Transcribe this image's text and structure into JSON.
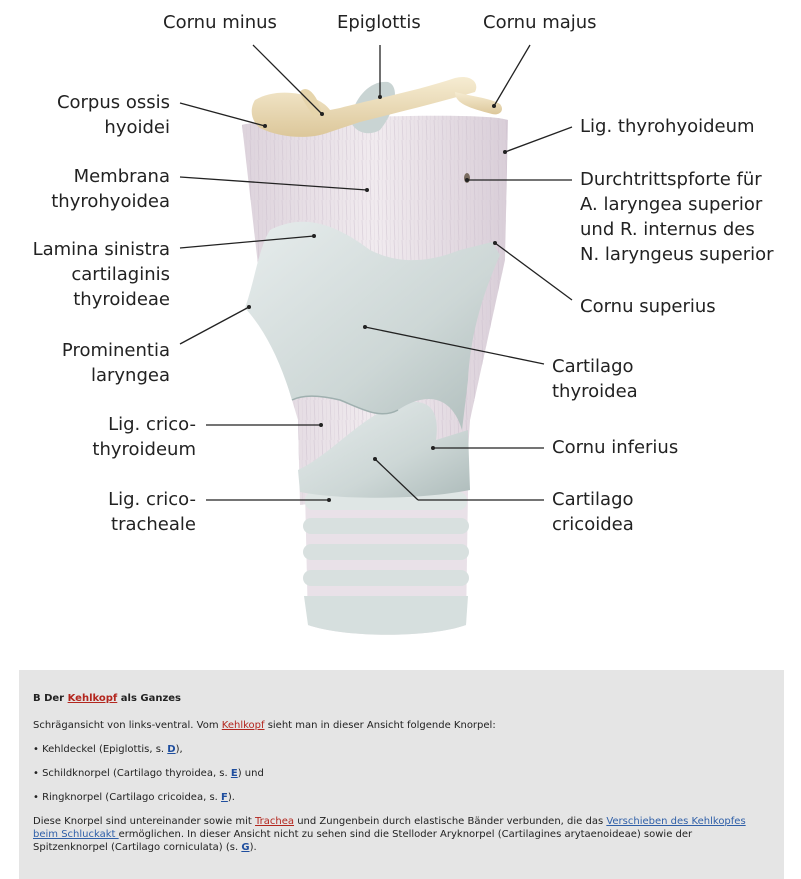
{
  "labels": {
    "cornu_minus": "Cornu minus",
    "epiglottis": "Epiglottis",
    "cornu_majus": "Cornu majus",
    "corpus_ossis_hyoidei": "Corpus ossis\nhyoidei",
    "lig_thyrohyoideum": "Lig. thyrohyoideum",
    "membrana_thyrohyoidea": "Membrana\nthyrohyoidea",
    "durchtrittspforte": "Durchtrittspforte für\nA. laryngea superior\nund R. internus des\nN. laryngeus superior",
    "lamina_sinistra": "Lamina sinistra\ncartilaginis\nthyroideae",
    "cornu_superius": "Cornu superius",
    "prominentia_laryngea": "Prominentia\nlaryngea",
    "cartilago_thyroidea": "Cartilago\nthyroidea",
    "lig_cricothyroideum": "Lig. crico-\nthyroideum",
    "cornu_inferius": "Cornu inferius",
    "lig_cricotracheale": "Lig. crico-\ntracheale",
    "cartilago_cricoidea": "Cartilago\ncricoidea"
  },
  "caption": {
    "title_prefix": "B Der ",
    "title_link": "Kehlkopf",
    "title_suffix": " als Ganzes",
    "intro_1": "Schrägansicht von links-ventral. Vom ",
    "intro_link": "Kehlkopf",
    "intro_2": " sieht man in dieser Ansicht folgende Knorpel:",
    "bullet1_text": "• Kehldeckel (Epiglottis, s. ",
    "bullet1_ref": "D",
    "bullet1_end": "),",
    "bullet2_text": "• Schildknorpel (Cartilago thyroidea, s. ",
    "bullet2_ref": "E",
    "bullet2_end": ") und",
    "bullet3_text": "• Ringknorpel (Cartilago cricoidea, s. ",
    "bullet3_ref": "F",
    "bullet3_end": ").",
    "para_1": "Diese Knorpel sind untereinander sowie mit ",
    "para_link_trachea": "Trachea",
    "para_2": " und Zungenbein durch elastische Bänder verbunden, die das ",
    "para_link_verschieben": "Verschieben des Kehlkopfes beim Schluckakt ",
    "para_3": "ermöglichen. In dieser Ansicht nicht zu sehen sind die Stelloder Aryknorpel (Cartilagines arytaenoideae) sowie der Spitzenknorpel (Cartilago corniculata) (s. ",
    "para_ref": "G",
    "para_end": ")."
  },
  "colors": {
    "bone": "#efe0bd",
    "cartilage": "#cfd9d8",
    "ligament": "#e8dfe6",
    "caption_bg": "#e5e5e5",
    "link_red": "#b3261e",
    "link_blue": "#1f4e9e"
  }
}
